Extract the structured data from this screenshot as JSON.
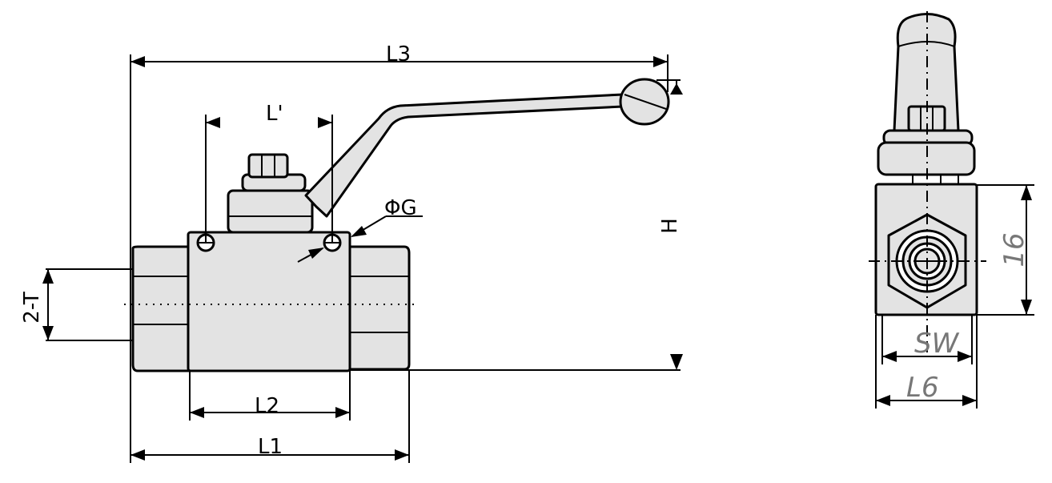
{
  "labels": {
    "l3": "L3",
    "l_prime": "L'",
    "phi_g": "ΦG",
    "h": "H",
    "two_t": "2-T",
    "l2": "L2",
    "l1": "L1",
    "sixteen": "16",
    "sw": "SW",
    "l6": "L6"
  }
}
